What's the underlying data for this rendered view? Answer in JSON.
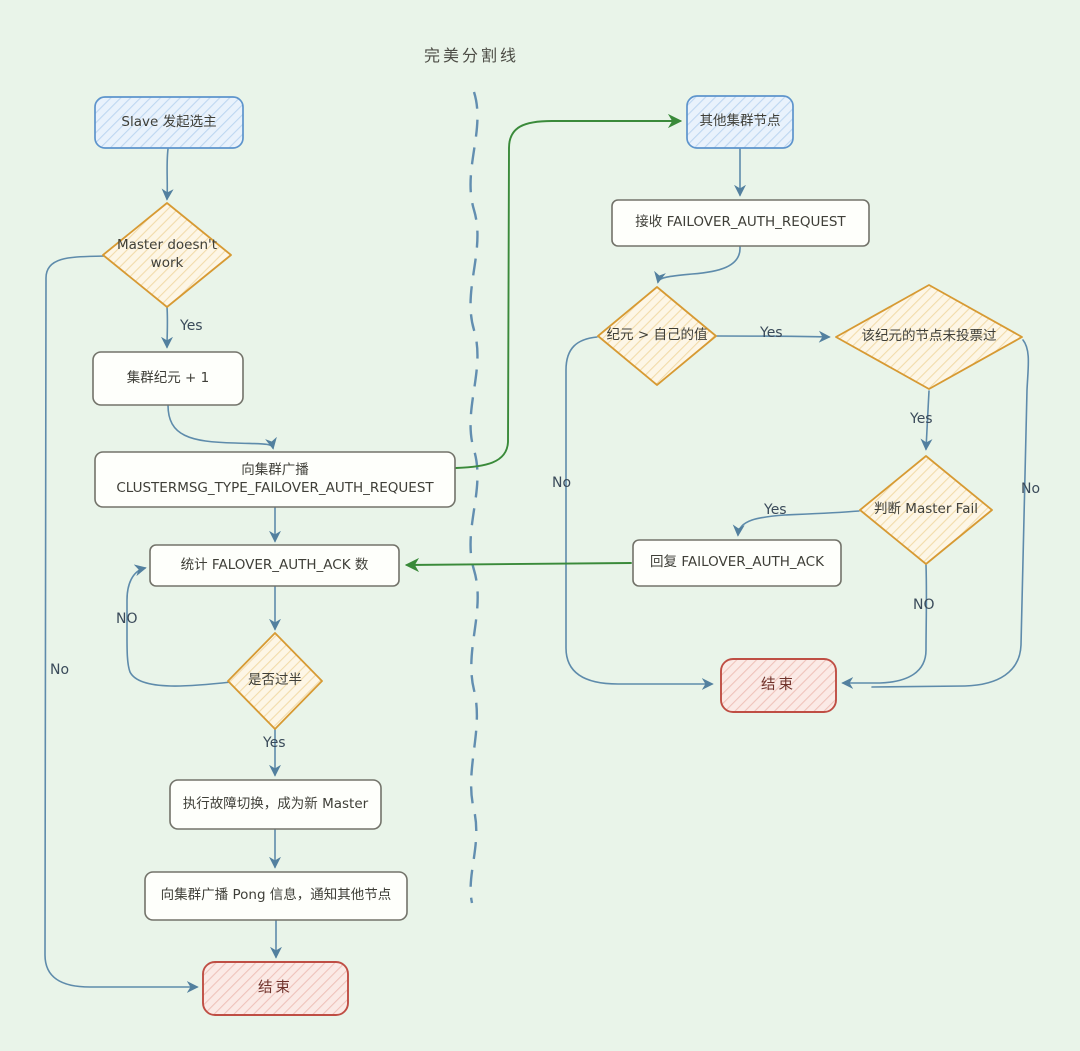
{
  "title": "完美分割线",
  "nodes": {
    "slave_start": "Slave 发起选主",
    "master_doesnt_work": "Master doesn't work",
    "cluster_epoch_plus_one": "集群纪元 + 1",
    "broadcast_request": "向集群广播\nCLUSTERMSG_TYPE_FAILOVER_AUTH_REQUEST",
    "count_ack": "统计 FALOVER_AUTH_ACK 数",
    "majority_check": "是否过半",
    "do_failover": "执行故障切换，成为新 Master",
    "broadcast_pong": "向集群广播 Pong 信息，通知其他节点",
    "end_left": "结束",
    "other_nodes": "其他集群节点",
    "receive_request": "接收 FAILOVER_AUTH_REQUEST",
    "epoch_greater": "纪元 > 自己的值",
    "epoch_not_voted": "该纪元的节点未投票过",
    "judge_master_fail": "判断 Master Fail",
    "reply_ack": "回复 FAILOVER_AUTH_ACK",
    "end_right": "结束"
  },
  "edge_labels": {
    "master_fail_yes": "Yes",
    "master_fail_no": "No",
    "majority_no": "NO",
    "majority_yes": "Yes",
    "epoch_greater_yes": "Yes",
    "epoch_greater_no": "No",
    "not_voted_yes": "Yes",
    "not_voted_no": "No",
    "judge_yes": "Yes",
    "judge_no": "NO"
  },
  "colors": {
    "background": "#e9f4e9",
    "arrow_blue": "#5e8bab",
    "arrow_green": "#3a8a3a",
    "node_blue_border": "#5d94cc",
    "node_blue_fill": "#e9f2fc",
    "node_gray_border": "#73736a",
    "diamond_orange_border": "#d79a33",
    "diamond_orange_fill": "#fdf6e6",
    "end_red_border": "#bf4e44",
    "end_red_fill": "#fbeae6",
    "divider_blue": "#4a7ba6"
  }
}
